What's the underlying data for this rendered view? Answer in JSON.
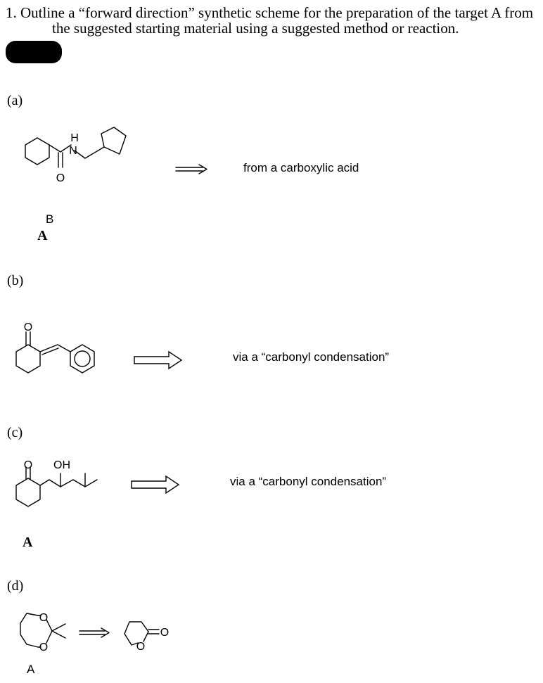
{
  "question": {
    "line1": "1. Outline a “forward direction” synthetic scheme for the preparation of the target A from",
    "line2": "the suggested starting material using a suggested method or reaction."
  },
  "parts": [
    {
      "label": "(a)",
      "note": "from a carboxylic acid",
      "labels": [
        "B",
        "A"
      ],
      "atoms": [
        "H",
        "N",
        "O"
      ]
    },
    {
      "label": "(b)",
      "note": "via a “carbonyl condensation”",
      "atoms": [
        "O"
      ]
    },
    {
      "label": "(c)",
      "note": "via a “carbonyl condensation”",
      "labels": [
        "A"
      ],
      "atoms": [
        "O",
        "OH"
      ]
    },
    {
      "label": "(d)",
      "labels": [
        "A"
      ],
      "atoms": [
        "O",
        "O",
        "O",
        "O"
      ]
    }
  ],
  "icons": {
    "arrow": "double-line-arrow-icon"
  }
}
